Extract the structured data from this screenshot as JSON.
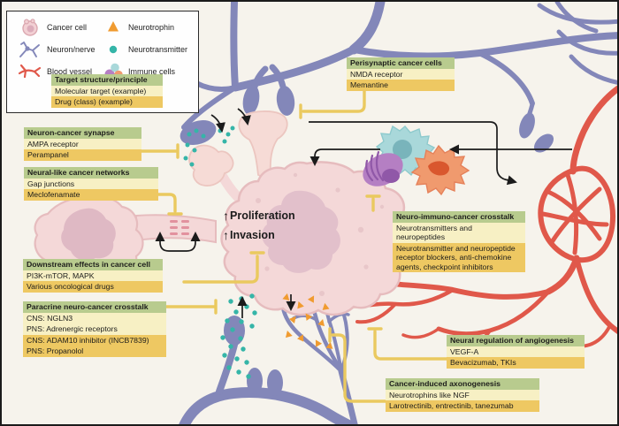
{
  "legend": {
    "items": [
      {
        "label": "Cancer cell",
        "icon": "cancer-cell-icon"
      },
      {
        "label": "Neuron/nerve",
        "icon": "neuron-icon"
      },
      {
        "label": "Blood vessel",
        "icon": "blood-vessel-icon"
      },
      {
        "label": "Neurotrophin",
        "icon": "neurotrophin-icon"
      },
      {
        "label": "Neurotransmitter",
        "icon": "neurotransmitter-icon"
      },
      {
        "label": "Immune cells",
        "icon": "immune-cells-icon"
      }
    ],
    "key": {
      "title": "Target structure/principle",
      "target": "Molecular target (example)",
      "drug": "Drug (class) (example)"
    }
  },
  "boxes": {
    "perisynaptic": {
      "title": "Perisynaptic cancer cells",
      "target": "NMDA receptor",
      "drug": "Memantine"
    },
    "synapse": {
      "title": "Neuron-cancer synapse",
      "target": "AMPA receptor",
      "drug": "Perampanel"
    },
    "networks": {
      "title": "Neural-like cancer networks",
      "target": "Gap junctions",
      "drug": "Meclofenamate"
    },
    "downstream": {
      "title": "Downstream effects in cancer cell",
      "target": "PI3K-mTOR, MAPK",
      "drug": "Various oncological drugs"
    },
    "paracrine": {
      "title": "Paracrine neuro-cancer crosstalk",
      "targets": [
        "CNS: NGLN3",
        "PNS: Adrenergic receptors"
      ],
      "drugs": [
        "CNS: ADAM10 inhibitor (INCB7839)",
        "PNS: Propanolol"
      ]
    },
    "immuno": {
      "title": "Neuro-immuno-cancer crosstalk",
      "target": "Neurotransmitters and neuropeptides",
      "drug": "Neurotransmitter and neuropeptide receptor blockers, anti-chemokine agents, checkpoint inhibitors"
    },
    "angiogenesis": {
      "title": "Neural regulation of angiogenesis",
      "target": "VEGF-A",
      "drug": "Bevacizumab, TKIs"
    },
    "axonogenesis": {
      "title": "Cancer-induced axonogenesis",
      "target": "Neurotrophins like NGF",
      "drug": "Larotrectinib, entrectinib, tanezumab"
    }
  },
  "cell_effects": {
    "arrow": "↑",
    "labels": [
      "Proliferation",
      "Invasion"
    ]
  },
  "colors": {
    "background": "#f6f3ec",
    "header_green": "#b8cb8e",
    "target_pale_yellow": "#f7f0c4",
    "drug_gold": "#eec862",
    "neuron_purple": "#8387b9",
    "vessel_red": "#e0584a",
    "cancer_pink": "#f4d8d8",
    "neurotransmitter_teal": "#35b5a8",
    "neurotrophin_orange": "#f09b30"
  }
}
